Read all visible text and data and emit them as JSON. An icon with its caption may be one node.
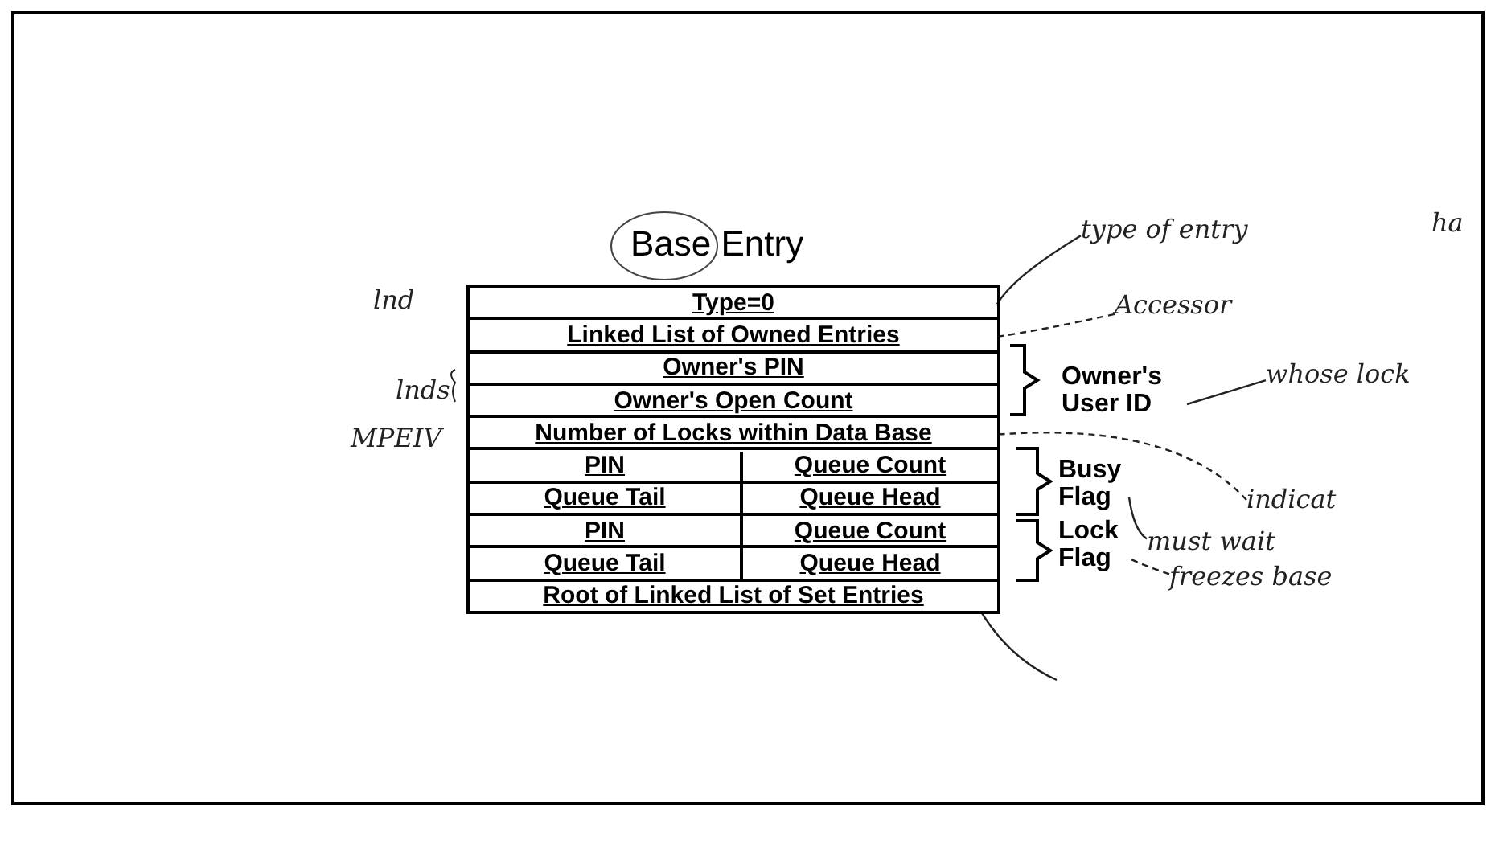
{
  "diagram": {
    "nodes": [
      {
        "text": [
          "Base Entry"
        ]
      },
      {
        "text": [
          "Type=0"
        ],
        "in": 0
      },
      {
        "text": [
          "Linked List of Owned Entries"
        ],
        "in": 0
      },
      {
        "text": [
          "Owner's PIN"
        ],
        "in": 0
      },
      {
        "text": [
          "Owner's Open Count"
        ],
        "in": 0
      },
      {
        "text": [
          "Number of Locks within Data Base"
        ],
        "in": 0
      },
      {
        "text": [
          "PIN"
        ],
        "in": 0
      },
      {
        "text": [
          "Queue Count"
        ],
        "in": 0
      },
      {
        "text": [
          "Queue Tail"
        ],
        "in": 0
      },
      {
        "text": [
          "Queue Head"
        ],
        "in": 0
      },
      {
        "text": [
          "PIN"
        ],
        "in": 0
      },
      {
        "text": [
          "Queue Count"
        ],
        "in": 0
      },
      {
        "text": [
          "Queue Tail"
        ],
        "in": 0
      },
      {
        "text": [
          "Queue Head"
        ],
        "in": 0
      },
      {
        "text": [
          "Root of Linked List of Set Entries"
        ],
        "in": 0
      },
      {
        "text": [
          "Owner's User ID"
        ]
      },
      {
        "text": [
          "Busy Flag"
        ]
      },
      {
        "text": [
          "Lock Flag"
        ]
      },
      {
        "text": [
          "type of entry"
        ]
      },
      {
        "text": [
          "Accessor"
        ]
      },
      {
        "text": [
          "whose lock"
        ]
      },
      {
        "text": [
          "indicat"
        ]
      },
      {
        "text": [
          "must wait"
        ]
      },
      {
        "text": [
          "freezes base"
        ]
      }
    ],
    "edges": [
      {
        "from": 18,
        "to": 1,
        "arrow": "none"
      },
      {
        "from": 19,
        "to": 2,
        "arrow": "none",
        "style": "dashed"
      },
      {
        "from": 20,
        "to": 15,
        "arrow": "none"
      },
      {
        "from": 21,
        "to": 5,
        "arrow": "none",
        "style": "dashed"
      },
      {
        "from": 22,
        "to": 16,
        "arrow": "none"
      },
      {
        "from": 23,
        "to": 17,
        "arrow": "none",
        "style": "dashed"
      },
      {
        "from": 14,
        "to": null,
        "arrow": "none"
      }
    ],
    "labels": [
      "ha",
      "lnd",
      "lnds",
      "MPEIV"
    ]
  }
}
